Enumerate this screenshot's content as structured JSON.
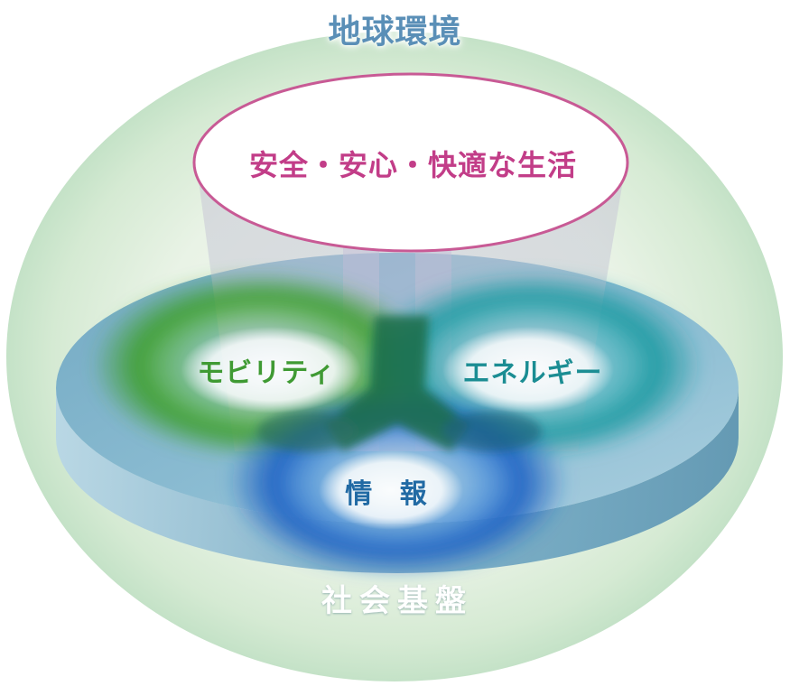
{
  "diagram": {
    "global_environment": "地球環境",
    "quality_of_life": "安全・安心・快適な生活",
    "mobility": "モビリティ",
    "energy": "エネルギー",
    "information": "情 報",
    "social_infrastructure": "社会基盤"
  },
  "colors": {
    "sphere": "#e6f2e4",
    "platform_top": "#7fb3cc",
    "platform_edge": "#6fa7c2",
    "mobility": "#4aa53a",
    "energy": "#2aa3a8",
    "information": "#2a6fc7",
    "life_border": "#c85a95",
    "life_text": "#c23d88",
    "env_text": "#5a8fb7"
  }
}
